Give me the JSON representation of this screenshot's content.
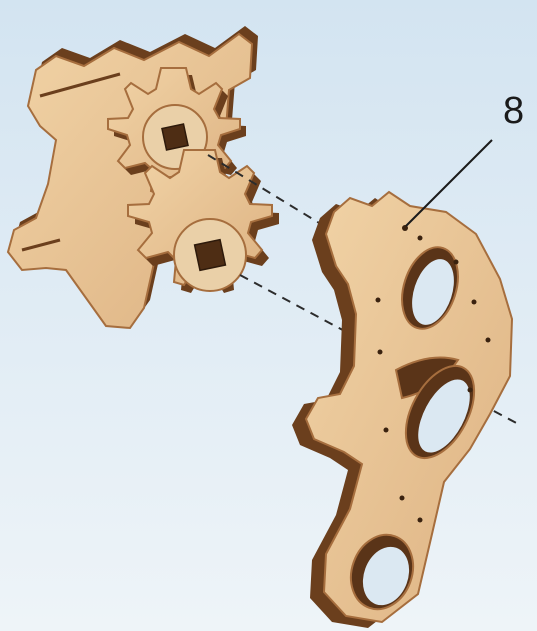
{
  "diagram": {
    "type": "exploded-assembly-illustration",
    "background_color": "#dbe8f2",
    "wood_light": "#e8c596",
    "wood_edge": "#a66e3e",
    "wood_dark": "#6b3f1d",
    "callout": {
      "label": "8"
    },
    "parts": [
      {
        "name": "frame-plate",
        "icon": "wood-plate"
      },
      {
        "name": "upper-gear",
        "icon": "gear",
        "teeth": 10
      },
      {
        "name": "lower-gear",
        "icon": "gear",
        "teeth": 10
      },
      {
        "name": "part-8-bracket",
        "icon": "wood-bracket"
      }
    ],
    "assembly_lines": 2
  }
}
